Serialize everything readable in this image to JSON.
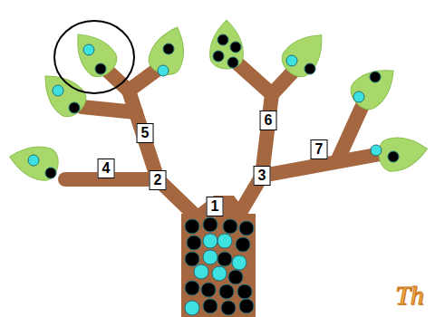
{
  "diagram": {
    "labels": [
      "1",
      "2",
      "3",
      "4",
      "5",
      "6",
      "7",
      "Th"
    ]
  }
}
